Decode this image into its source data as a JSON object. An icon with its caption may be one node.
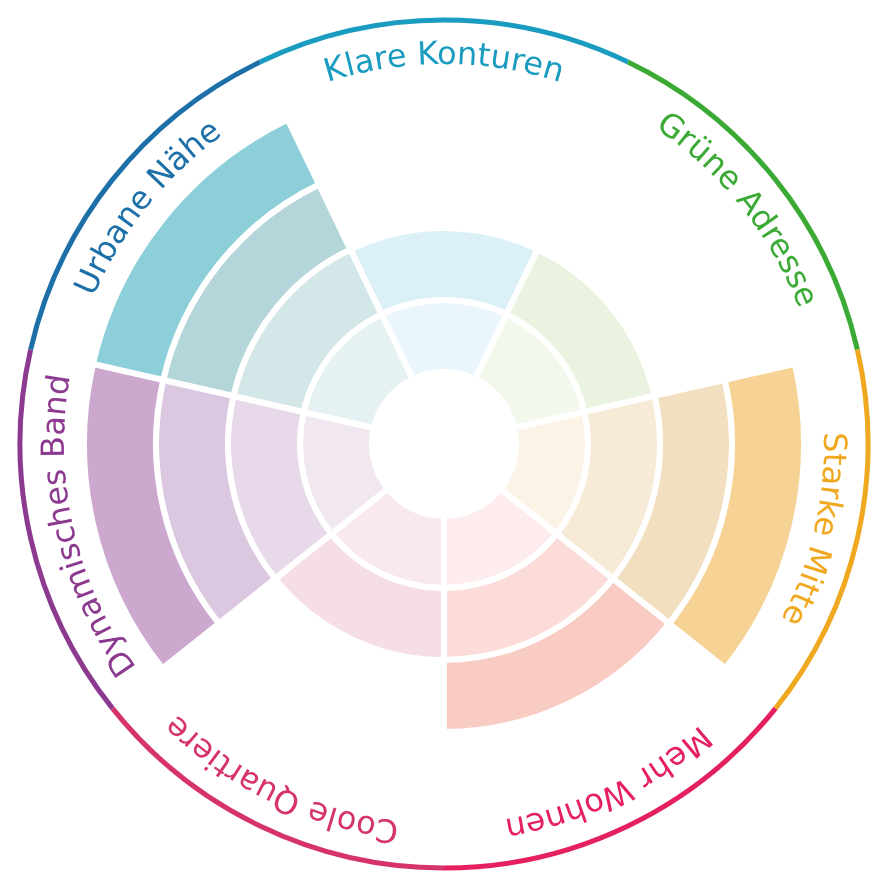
{
  "diagram": {
    "labels": [
      "Klare Konturen",
      "Grüne Adresse",
      "Starke Mitte",
      "Mehr Wohnen",
      "Coole Quartiere",
      "Dynamisches Band",
      "Urbane Nähe"
    ]
  }
}
